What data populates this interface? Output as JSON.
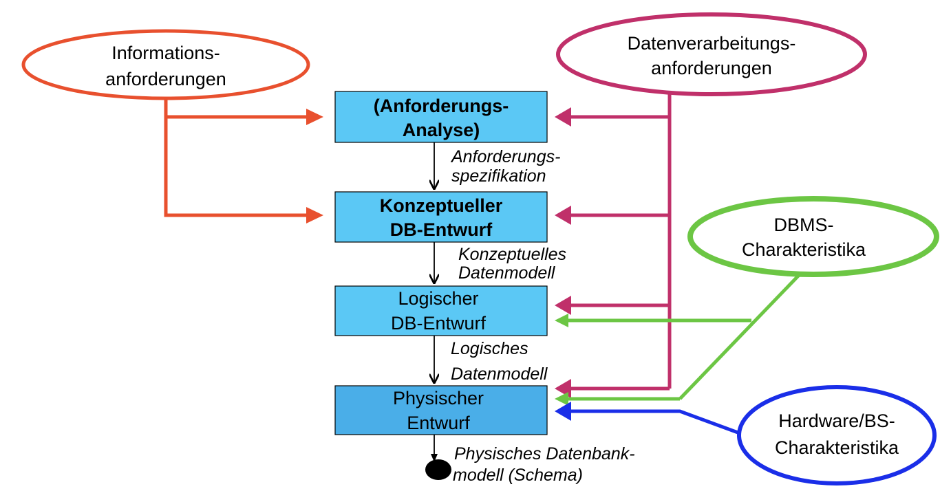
{
  "ovals": {
    "information": {
      "line1": "Informations-",
      "line2": "anforderungen"
    },
    "processing": {
      "line1": "Datenverarbeitungs-",
      "line2": "anforderungen"
    },
    "dbms": {
      "line1": "DBMS-",
      "line2": "Charakteristika"
    },
    "hardware": {
      "line1": "Hardware/BS-",
      "line2": "Charakteristika"
    }
  },
  "boxes": {
    "analysis": {
      "line1": "(Anforderungs-",
      "line2": "Analyse)"
    },
    "conceptual": {
      "line1": "Konzeptueller",
      "line2": "DB-Entwurf"
    },
    "logical": {
      "line1": "Logischer",
      "line2": "DB-Entwurf"
    },
    "physical": {
      "line1": "Physischer",
      "line2": "Entwurf"
    }
  },
  "flow_labels": {
    "spec": {
      "line1": "Anforderungs-",
      "line2": "spezifikation"
    },
    "conceptual": {
      "line1": "Konzeptuelles",
      "line2": "Datenmodell"
    },
    "logical": {
      "line1": "Logisches",
      "line2": "Datenmodell"
    },
    "physical": {
      "line1": "Physisches Datenbank-",
      "line2": "modell (Schema)"
    }
  },
  "colors": {
    "information": "#e8502e",
    "processing": "#c0306a",
    "dbms": "#6cc644",
    "hardware": "#1a2ee8",
    "box_light": "#5bc8f5",
    "box_dark": "#4aaee8"
  }
}
